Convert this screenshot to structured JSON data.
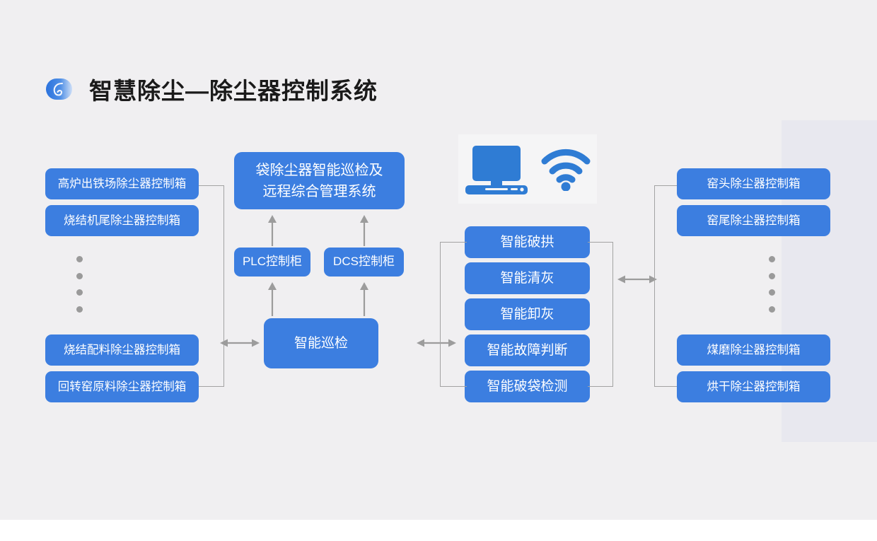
{
  "header": {
    "title": "智慧除尘—除尘器控制系统",
    "logo_icon": "spiral-logo-icon"
  },
  "colors": {
    "box_blue": "#3c7ee0",
    "canvas_bg": "#f0eff1",
    "panel_bg": "#e8e8ef",
    "line_gray": "#a3a3a3",
    "dot_gray": "#9a9a9a",
    "illustration_blue": "#2f7cd4"
  },
  "left_column": {
    "top_boxes": [
      {
        "label": "高炉出铁场除尘器控制箱"
      },
      {
        "label": "烧结机尾除尘器控制箱"
      }
    ],
    "ellipsis_dots": 4,
    "bottom_boxes": [
      {
        "label": "烧结配料除尘器控制箱"
      },
      {
        "label": "回转窑原料除尘器控制箱"
      }
    ]
  },
  "center_column": {
    "system_box": {
      "line1": "袋除尘器智能巡检及",
      "line2": "远程综合管理系统"
    },
    "cabinets": [
      {
        "label": "PLC控制柜"
      },
      {
        "label": "DCS控制柜"
      }
    ],
    "inspection_box": {
      "label": "智能巡检"
    }
  },
  "illustration": {
    "monitor_icon": "desktop-computer-icon",
    "wifi_icon": "wifi-signal-icon"
  },
  "functions_column": {
    "items": [
      {
        "label": "智能破拱"
      },
      {
        "label": "智能清灰"
      },
      {
        "label": "智能卸灰"
      },
      {
        "label": "智能故障判断"
      },
      {
        "label": "智能破袋检测"
      }
    ]
  },
  "right_column": {
    "top_boxes": [
      {
        "label": "窑头除尘器控制箱"
      },
      {
        "label": "窑尾除尘器控制箱"
      }
    ],
    "ellipsis_dots": 4,
    "bottom_boxes": [
      {
        "label": "煤磨除尘器控制箱"
      },
      {
        "label": "烘干除尘器控制箱"
      }
    ]
  },
  "connectors": {
    "left_to_center": "bidirectional-arrow",
    "center_to_functions": "bidirectional-arrow",
    "functions_to_right": "bidirectional-arrow",
    "plc_up": "up-arrow",
    "dcs_up": "up-arrow",
    "inspection_to_plc": "up-arrow",
    "inspection_to_dcs": "up-arrow"
  }
}
